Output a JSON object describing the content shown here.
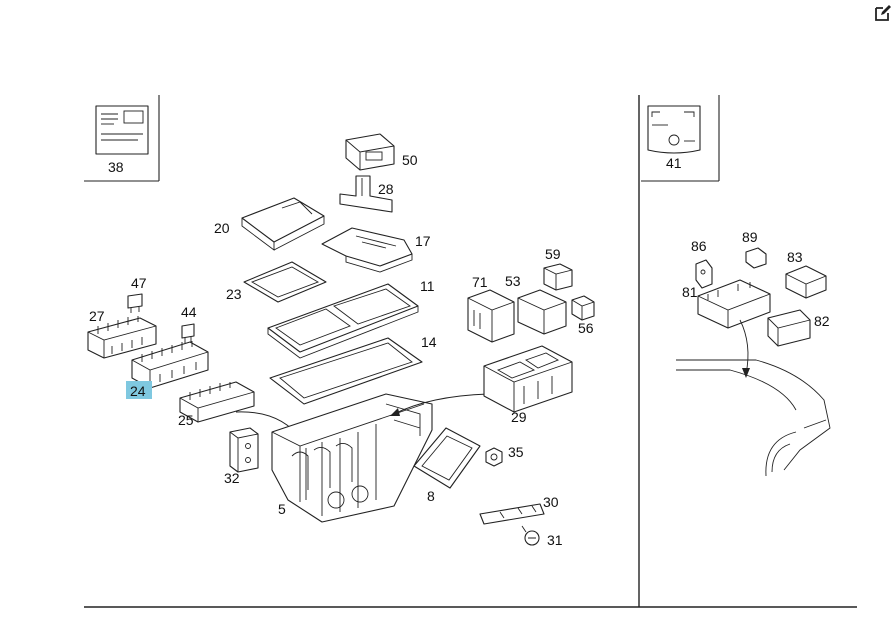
{
  "labels": {
    "l38": "38",
    "l41": "41",
    "l50": "50",
    "l28": "28",
    "l20": "20",
    "l17": "17",
    "l23": "23",
    "l11": "11",
    "l14": "14",
    "l47": "47",
    "l27": "27",
    "l44": "44",
    "l24": "24",
    "l25": "25",
    "l32": "32",
    "l5": "5",
    "l71": "71",
    "l53": "53",
    "l59": "59",
    "l56": "56",
    "l29": "29",
    "l35": "35",
    "l8": "8",
    "l30": "30",
    "l31": "31",
    "l86": "86",
    "l89": "89",
    "l83": "83",
    "l81": "81",
    "l82": "82"
  },
  "highlight_color": "#7fc8e0",
  "icons": {
    "edit": "edit-icon"
  }
}
